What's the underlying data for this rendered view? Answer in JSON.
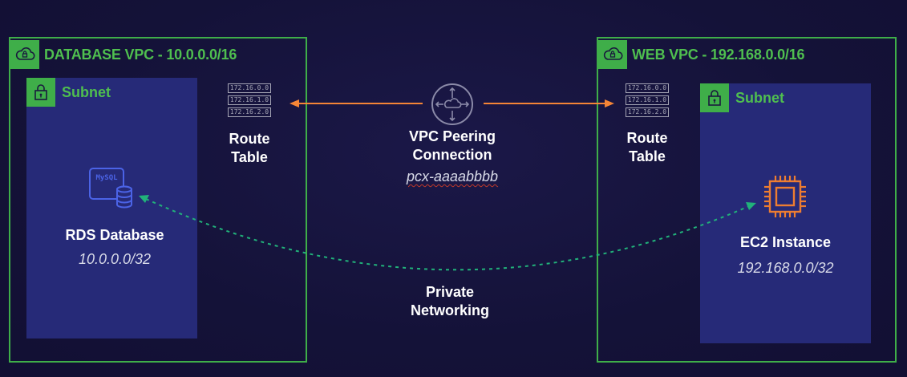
{
  "database_vpc": {
    "title": "DATABASE VPC - 10.0.0.0/16",
    "subnet_label": "Subnet",
    "route_table": {
      "rows": [
        "172.16.0.0",
        "172.16.1.0",
        "172.16.2.0"
      ],
      "label_line1": "Route",
      "label_line2": "Table"
    },
    "resource": {
      "icon_text": "MySQL",
      "name": "RDS Database",
      "address": "10.0.0.0/32"
    }
  },
  "web_vpc": {
    "title": "WEB VPC - 192.168.0.0/16",
    "subnet_label": "Subnet",
    "route_table": {
      "rows": [
        "172.16.0.0",
        "172.16.1.0",
        "172.16.2.0"
      ],
      "label_line1": "Route",
      "label_line2": "Table"
    },
    "resource": {
      "name": "EC2 Instance",
      "address": "192.168.0.0/32"
    }
  },
  "peering": {
    "label_line1": "VPC Peering",
    "label_line2": "Connection",
    "id": "pcx-aaaabbbb"
  },
  "private_networking": {
    "line1": "Private",
    "line2": "Networking"
  },
  "colors": {
    "background": "#15133d",
    "vpc_border": "#3fae49",
    "subnet_fill": "#262a78",
    "peering_arrow": "#f58536",
    "private_link": "#21b27a",
    "rds_icon": "#4b63e6",
    "ec2_icon": "#ed7d31"
  }
}
